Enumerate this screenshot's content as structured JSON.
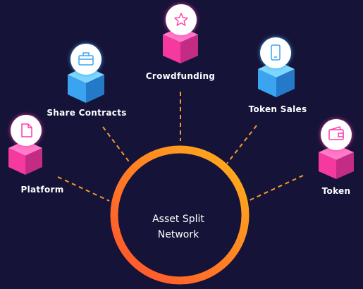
{
  "center": {
    "line1": "Asset Split",
    "line2": "Network"
  },
  "nodes": [
    {
      "id": "platform",
      "label": "Platform",
      "icon": "document-icon",
      "cube_color": "pink"
    },
    {
      "id": "share-contracts",
      "label": "Share Contracts",
      "icon": "briefcase-icon",
      "cube_color": "blue"
    },
    {
      "id": "crowdfunding",
      "label": "Crowdfunding",
      "icon": "star-icon",
      "cube_color": "pink"
    },
    {
      "id": "token-sales",
      "label": "Token Sales",
      "icon": "smartphone-icon",
      "cube_color": "blue"
    },
    {
      "id": "token",
      "label": "Token",
      "icon": "wallet-icon",
      "cube_color": "pink"
    }
  ],
  "colors": {
    "background": "#161338",
    "ring_start": "#ff4f2e",
    "ring_end": "#ffb21a",
    "connector": "#f2992e",
    "pink_cube": [
      "#ff7ac8",
      "#f5399f",
      "#c42b84"
    ],
    "blue_cube": [
      "#7dd6ff",
      "#3ba4f0",
      "#2479c8"
    ],
    "icon_pink": "#ff3aa8",
    "icon_blue": "#3aa6f0"
  }
}
